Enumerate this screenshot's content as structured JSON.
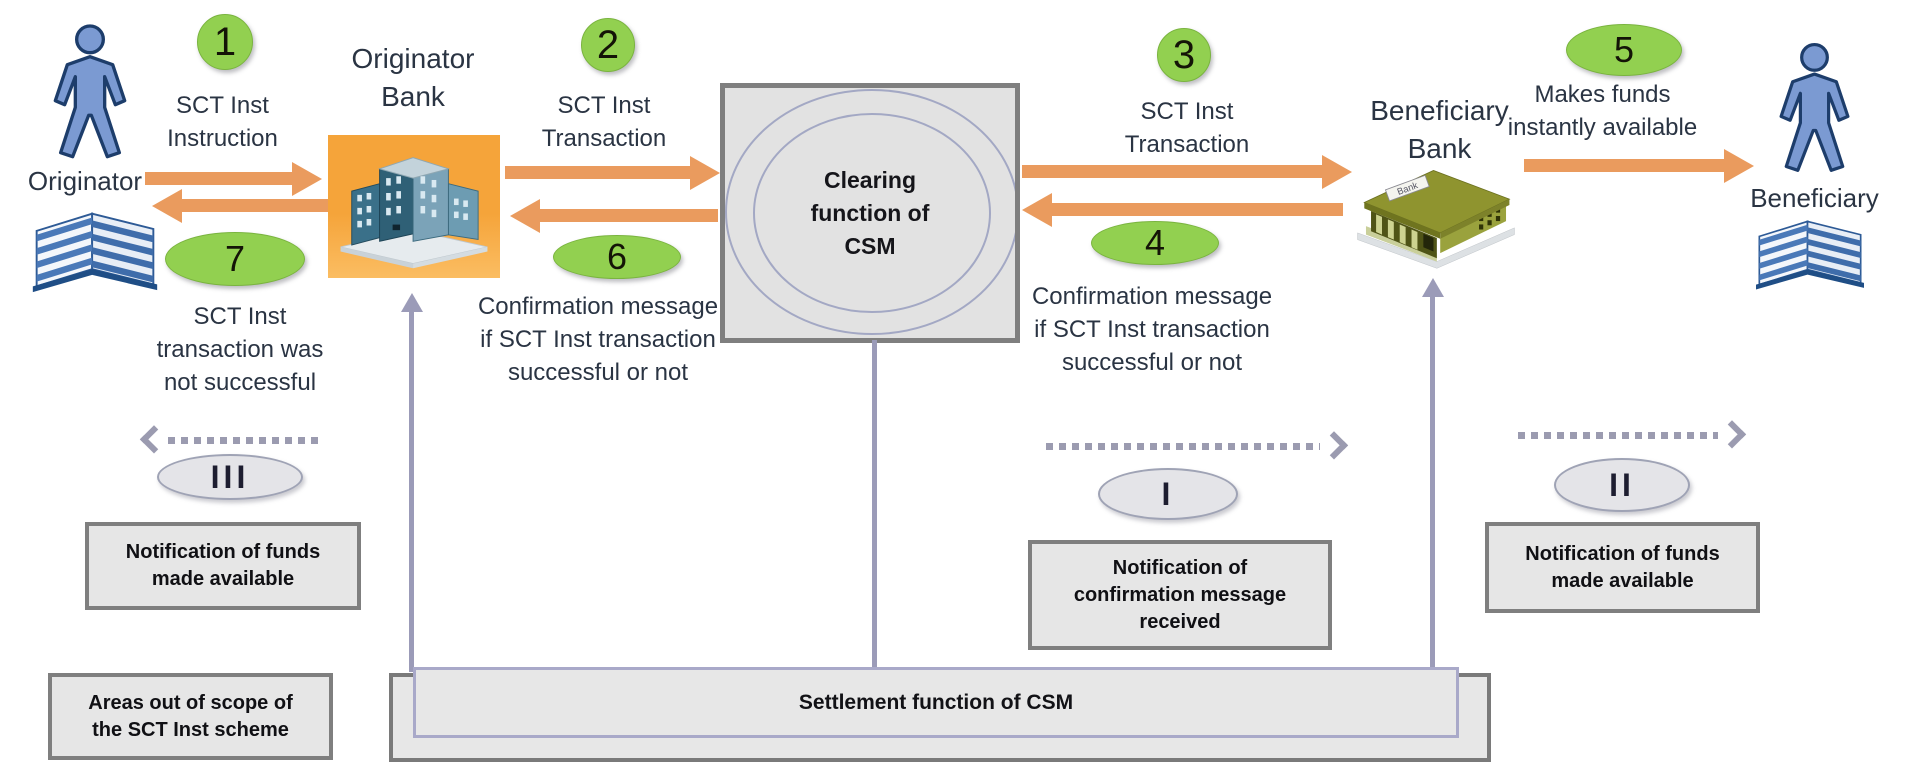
{
  "actors": {
    "originator": {
      "label": "Originator"
    },
    "beneficiary": {
      "label": "Beneficiary"
    },
    "originator_bank": {
      "lines": [
        "Originator",
        "Bank"
      ]
    },
    "beneficiary_bank": {
      "lines": [
        "Beneficiary",
        "Bank"
      ],
      "sign": "Bank"
    }
  },
  "clearing_box": {
    "lines": [
      "Clearing",
      "function of",
      "CSM"
    ]
  },
  "settlement_box": {
    "label": "Settlement function of CSM"
  },
  "steps": {
    "s1": {
      "n": "1",
      "lines": [
        "SCT Inst",
        "Instruction"
      ]
    },
    "s2": {
      "n": "2",
      "lines": [
        "SCT Inst",
        "Transaction"
      ]
    },
    "s3": {
      "n": "3",
      "lines": [
        "SCT Inst",
        "Transaction"
      ]
    },
    "s4": {
      "n": "4",
      "lines": [
        "Confirmation message",
        "if SCT Inst transaction",
        "successful or not"
      ]
    },
    "s5": {
      "n": "5",
      "lines": [
        "Makes funds",
        "instantly available"
      ]
    },
    "s6": {
      "n": "6",
      "lines": [
        "Confirmation message",
        "if SCT Inst transaction",
        "successful or not"
      ]
    },
    "s7": {
      "n": "7",
      "lines": [
        "SCT Inst",
        "transaction was",
        "not successful"
      ]
    }
  },
  "notifications": {
    "iii": {
      "numeral": "III",
      "lines": [
        "Notification of funds",
        "made available"
      ]
    },
    "i": {
      "numeral": "I",
      "lines": [
        "Notification of",
        "confirmation message",
        "received"
      ]
    },
    "ii": {
      "numeral": "II",
      "lines": [
        "Notification of funds",
        "made available"
      ]
    }
  },
  "scope_note": {
    "lines": [
      "Areas out of scope of",
      "the SCT Inst scheme"
    ]
  },
  "colors": {
    "arrow_orange": "#EA9B5E",
    "step_green": "#92D050",
    "bank_highlight_orange": "#F8AB3E",
    "connector_gray": "#9B9BB8",
    "box_fill": "#E6E6E6",
    "box_border": "#7F7F7F",
    "actor_blue": "#7B9AD2",
    "text_dark": "#2A3443"
  }
}
